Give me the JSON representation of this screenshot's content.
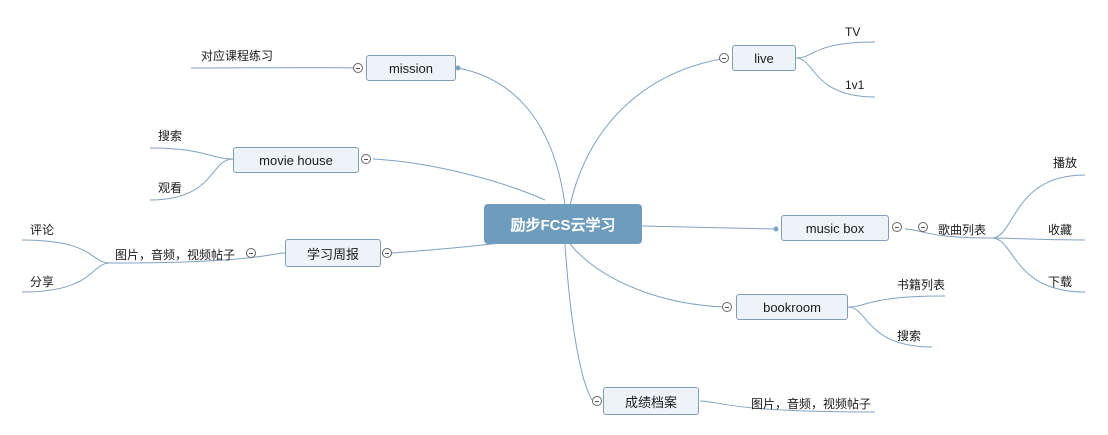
{
  "root": {
    "label": "励步FCS云学习"
  },
  "branches": {
    "mission": {
      "label": "mission",
      "children": [
        "对应课程练习"
      ]
    },
    "movie": {
      "label": "movie house",
      "children": [
        "搜索",
        "观看"
      ]
    },
    "weekly": {
      "label": "学习周报",
      "sub": "图片，音频，视频帖子",
      "children": [
        "评论",
        "分享"
      ]
    },
    "live": {
      "label": "live",
      "children": [
        "TV",
        "1v1"
      ]
    },
    "music": {
      "label": "music box",
      "sub": "歌曲列表",
      "children": [
        "播放",
        "收藏",
        "下载"
      ]
    },
    "bookroom": {
      "label": "bookroom",
      "children": [
        "书籍列表",
        "搜索"
      ]
    },
    "grades": {
      "label": "成绩档案",
      "children": [
        "图片，音频，视频帖子"
      ]
    }
  },
  "colors": {
    "line": "#7fa3c2",
    "root_fill": "#6e9cbc",
    "node_fill": "#eef3f8",
    "node_border": "#7f9db9"
  }
}
